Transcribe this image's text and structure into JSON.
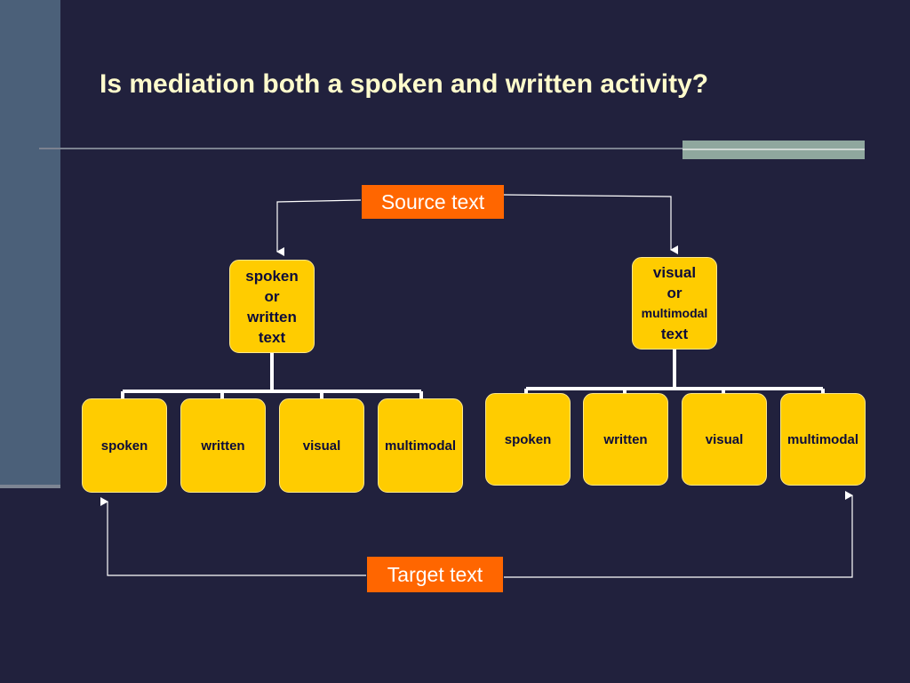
{
  "slide": {
    "title": "Is mediation both a spoken and written activity?"
  },
  "diagram": {
    "source_label": "Source text",
    "target_label": "Target text",
    "left_tree": {
      "parent": {
        "line1": "spoken",
        "line2": "or",
        "line3": "written",
        "line4": "text"
      },
      "children": [
        "spoken",
        "written",
        "visual",
        "multimodal"
      ]
    },
    "right_tree": {
      "parent": {
        "line1": "visual",
        "line2": "or",
        "line3": "multimodal",
        "line4": "text"
      },
      "children": [
        "spoken",
        "written",
        "visual",
        "multimodal"
      ]
    }
  },
  "colors": {
    "background": "#21213d",
    "node_fill": "#ffcc00",
    "label_fill": "#ff6600",
    "title_text": "#fffccc"
  }
}
